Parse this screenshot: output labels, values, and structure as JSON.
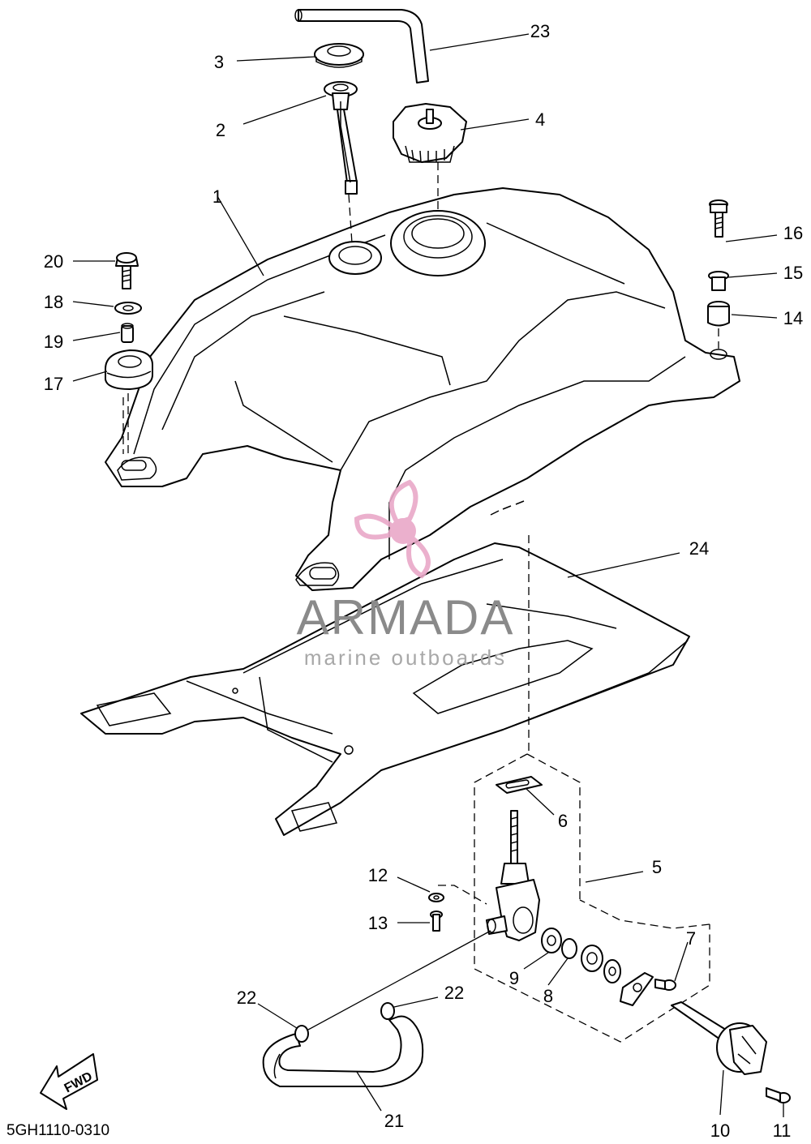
{
  "diagram_code": "5GH1110-0310",
  "fwd_label": "FWD",
  "watermark": {
    "brand": "ARMADA",
    "tagline": "marine outboards",
    "logo_color": "#e9a8c8"
  },
  "callouts": {
    "p1": "1",
    "p2": "2",
    "p3": "3",
    "p4": "4",
    "p5": "5",
    "p6": "6",
    "p7": "7",
    "p8": "8",
    "p9": "9",
    "p10": "10",
    "p11": "11",
    "p12": "12",
    "p13": "13",
    "p14": "14",
    "p15": "15",
    "p16": "16",
    "p17": "17",
    "p18": "18",
    "p19": "19",
    "p20": "20",
    "p21": "21",
    "p22a": "22",
    "p22b": "22",
    "p23": "23",
    "p24": "24"
  }
}
